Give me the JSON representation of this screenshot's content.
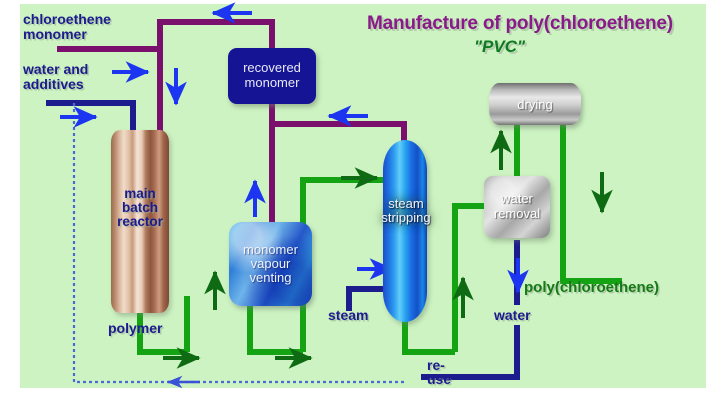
{
  "title": {
    "main": "Manufacture of poly(chloroethene)",
    "sub": "\"PVC\""
  },
  "colors": {
    "background": "#cdf3c2",
    "monomer_pipe": "#7a0f6e",
    "product_pipe": "#13a313",
    "water_pipe": "#1c1c8f",
    "arrow_blue": "#1b35f0",
    "arrow_green": "#0f6b13",
    "label_navy": "#1c1c8f",
    "label_green": "#157a15",
    "title_purple": "#8a1a8a"
  },
  "inputs": [
    {
      "id": "chloroethene-monomer",
      "label": "chloroethene\nmonomer"
    },
    {
      "id": "water-and-additives",
      "label": "water and\nadditives"
    },
    {
      "id": "steam",
      "label": "steam"
    }
  ],
  "units": [
    {
      "id": "main-batch-reactor",
      "label": "main\nbatch\nreactor"
    },
    {
      "id": "recovered-monomer",
      "label": "recovered\nmonomer"
    },
    {
      "id": "monomer-vapour-venting",
      "label": "monomer\nvapour\nventing"
    },
    {
      "id": "steam-stripping",
      "label": "steam\nstripping"
    },
    {
      "id": "water-removal",
      "label": "water\nremoval"
    },
    {
      "id": "drying",
      "label": "drying"
    }
  ],
  "streams": [
    {
      "id": "polymer",
      "label": "polymer"
    },
    {
      "id": "water-out",
      "label": "water"
    },
    {
      "id": "re-use",
      "label": "re-\nuse"
    },
    {
      "id": "product",
      "label": "poly(chloroethene)"
    }
  ]
}
